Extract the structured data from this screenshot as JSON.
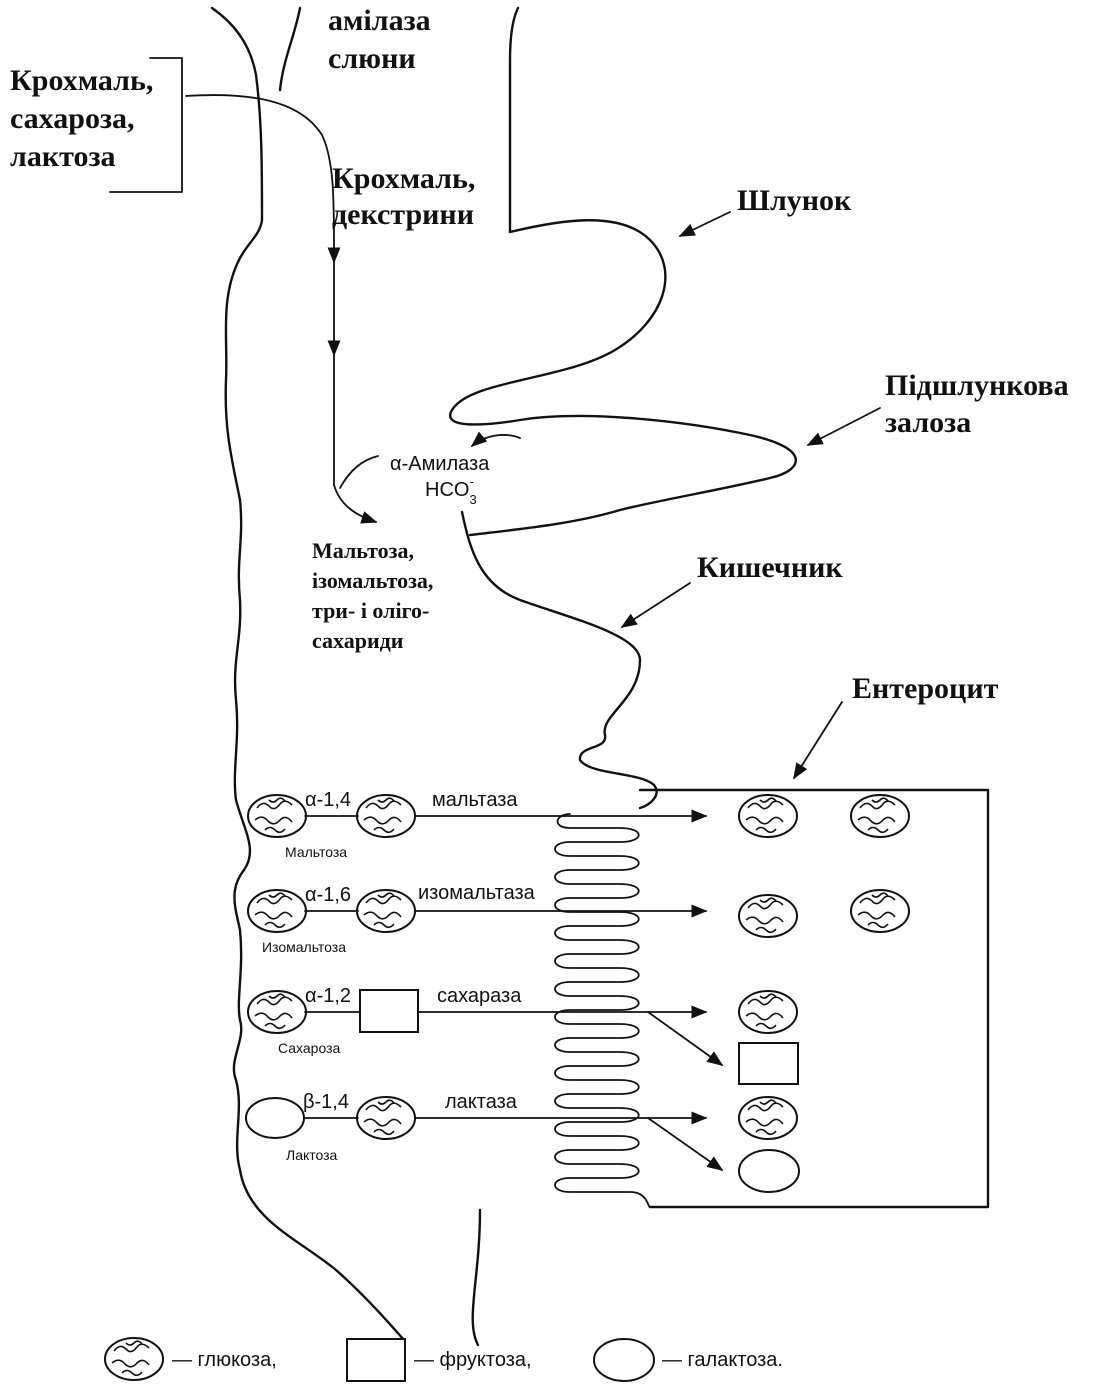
{
  "labels": {
    "saliva_amylase_1": "амілаза",
    "saliva_amylase_2": "слюни",
    "input_1": "Крохмаль,",
    "input_2": "сахароза,",
    "input_3": "лактоза",
    "mid_1": "Крохмаль,",
    "mid_2": "декстрини",
    "stomach": "Шлунок",
    "pancreas_1": "Підшлункова",
    "pancreas_2": "залоза",
    "alpha_amylase": "α-Амилаза",
    "bicarbonate": "HCO",
    "bicarbonate_sub": "3",
    "bicarbonate_sup": "-",
    "products_1": "Мальтоза,",
    "products_2": "ізомальтоза,",
    "products_3": "три- і оліго-",
    "products_4": "сахариди",
    "intestine": "Кишечник",
    "enterocyte": "Ентероцит"
  },
  "reactions": [
    {
      "bond": "α-1,4",
      "name": "Мальтоза",
      "enzyme": "мальтаза"
    },
    {
      "bond": "α-1,6",
      "name": "Изомальтоза",
      "enzyme": "изомальтаза"
    },
    {
      "bond": "α-1,2",
      "name": "Сахароза",
      "enzyme": "сахараза"
    },
    {
      "bond": "β-1,4",
      "name": "Лактоза",
      "enzyme": "лактаза"
    }
  ],
  "legend": {
    "glucose": "— глюкоза,",
    "fructose": "— фруктоза,",
    "galactose": "— галактоза."
  }
}
